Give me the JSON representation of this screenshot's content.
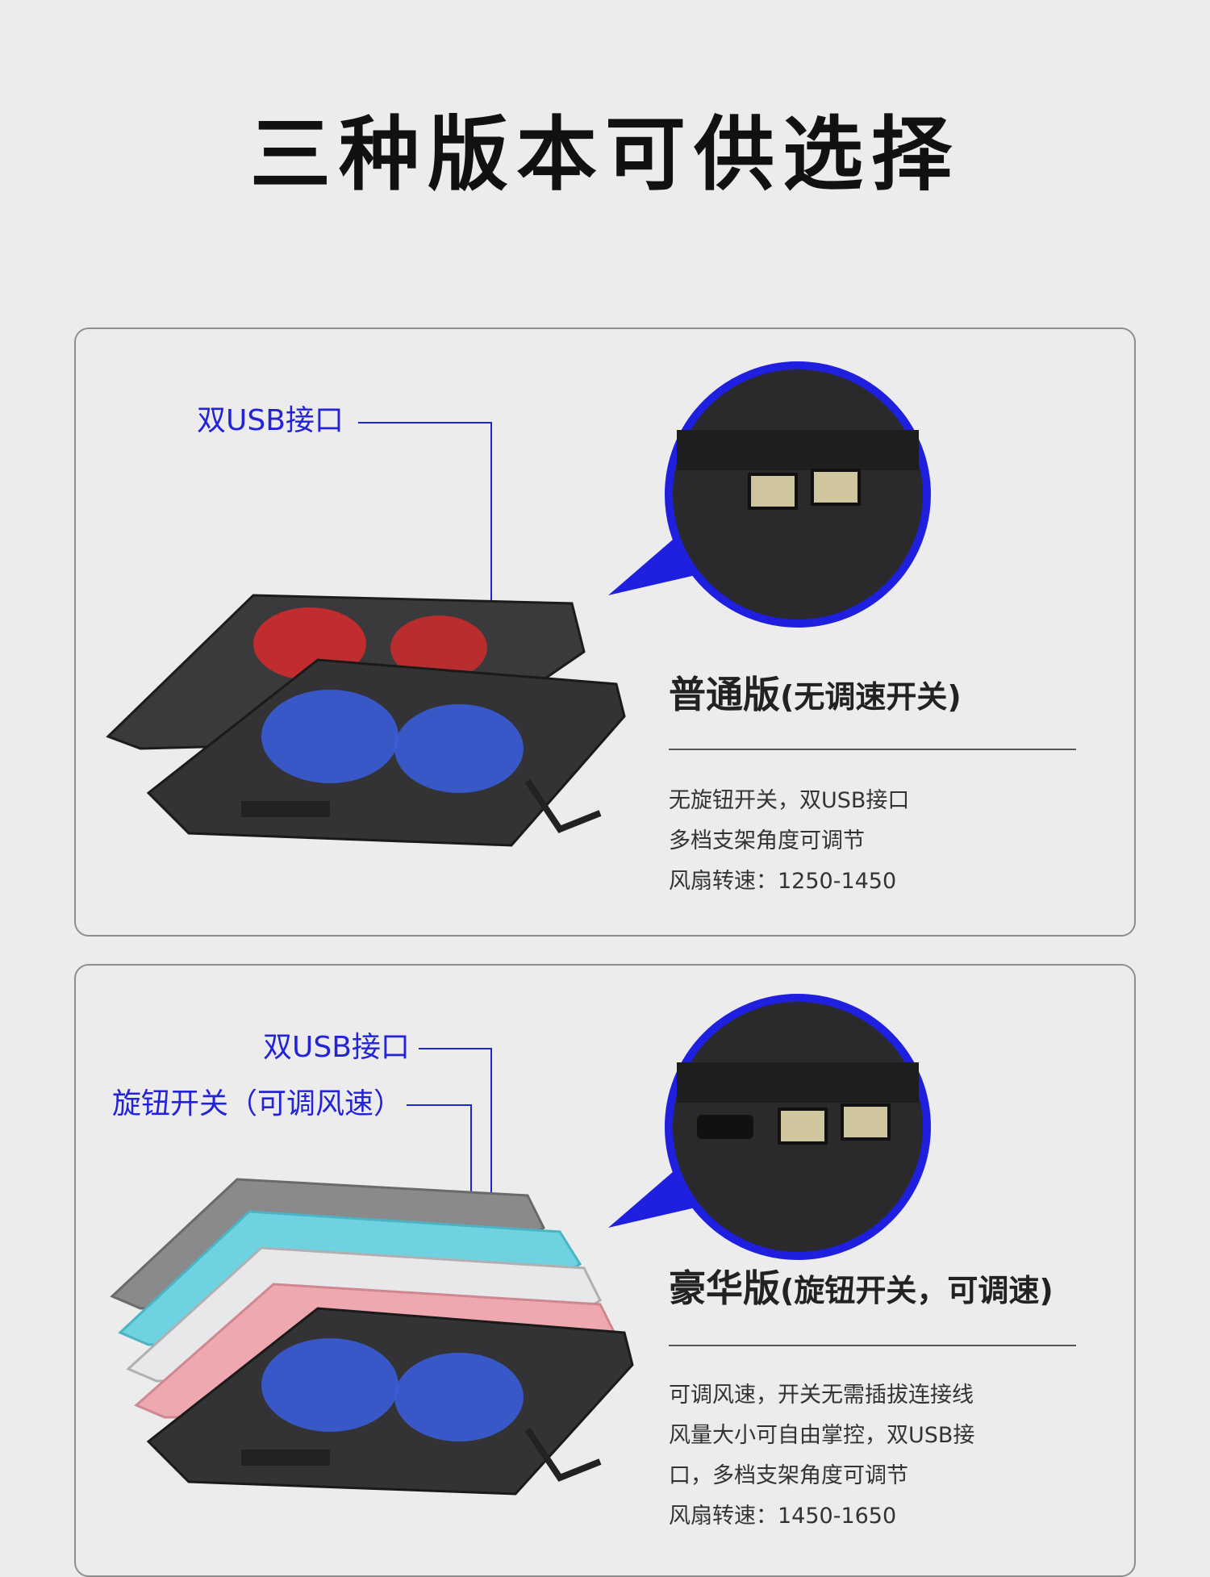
{
  "header": {
    "title": "三种版本可供选择"
  },
  "versions": [
    {
      "callouts": [
        "双USB接口"
      ],
      "name": "普通版",
      "subtitle": "(无调速开关)",
      "features": [
        "无旋钮开关，双USB接口",
        "多档支架角度可调节",
        "风扇转速：1250-1450"
      ],
      "pad_colors": [
        "#3a3a3c",
        "#3a3a3c"
      ],
      "fan_colors": [
        "#d92b2b",
        "#3a5fe0"
      ]
    },
    {
      "callouts": [
        "双USB接口",
        "旋钮开关（可调风速）"
      ],
      "name": "豪华版",
      "subtitle": "(旋钮开关，可调速)",
      "features": [
        "可调风速，开关无需插拔连接线",
        "风量大小可自由掌控，双USB接",
        "口，多档支架角度可调节",
        "风扇转速：1450-1650"
      ],
      "pad_colors": [
        "#8a8a8c",
        "#6fd2e0",
        "#e8e8ea",
        "#f0a8b0",
        "#3a3a3c"
      ],
      "fan_colors": [
        "#3a5fe0"
      ]
    }
  ],
  "colors": {
    "accent_blue": "#1f1fe0",
    "callout_blue": "#2323d8"
  }
}
